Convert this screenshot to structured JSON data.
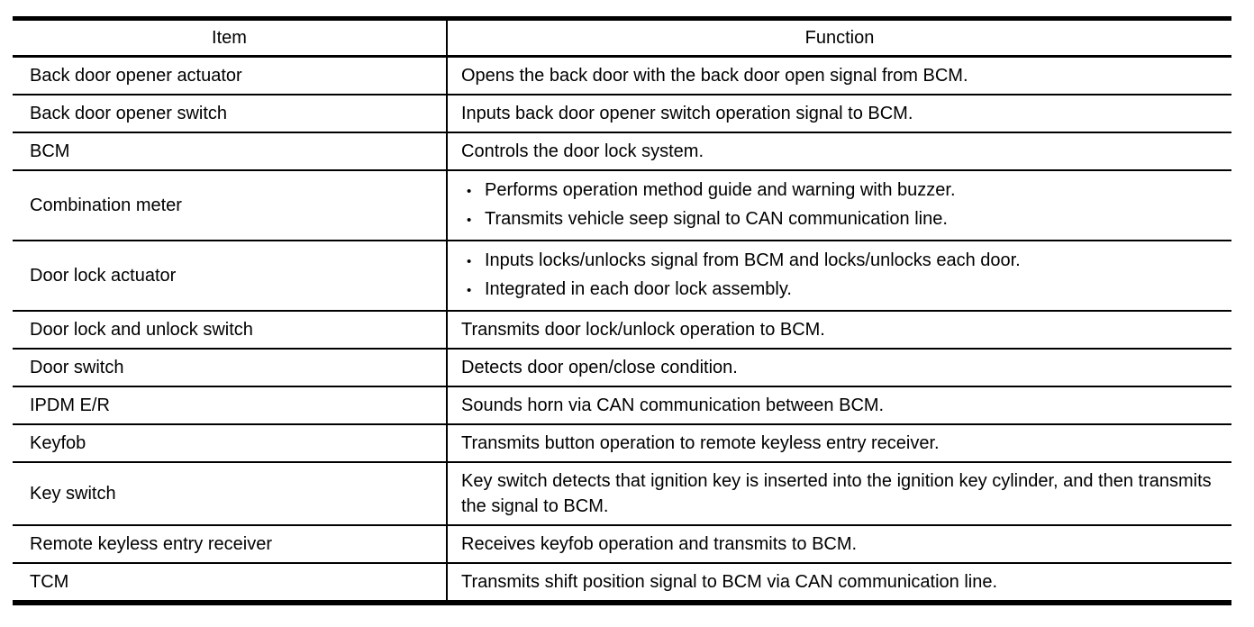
{
  "page": {
    "background": "#ffffff",
    "text_color": "#000000",
    "rule_color": "#000000"
  },
  "table": {
    "columns": [
      {
        "label": "Item"
      },
      {
        "label": "Function"
      }
    ],
    "bullet_char": "•",
    "rows": [
      {
        "item": "Back door opener actuator",
        "bulleted": false,
        "function": [
          "Opens the back door with the back door open signal from BCM."
        ]
      },
      {
        "item": "Back door opener switch",
        "bulleted": false,
        "function": [
          "Inputs back door opener switch operation signal to BCM."
        ]
      },
      {
        "item": "BCM",
        "bulleted": false,
        "function": [
          "Controls the door lock system."
        ]
      },
      {
        "item": "Combination meter",
        "bulleted": true,
        "function": [
          "Performs operation method guide and warning with buzzer.",
          "Transmits vehicle seep signal to CAN communication line."
        ]
      },
      {
        "item": "Door lock actuator",
        "bulleted": true,
        "function": [
          "Inputs locks/unlocks signal from BCM and locks/unlocks each door.",
          "Integrated in each door lock assembly."
        ]
      },
      {
        "item": "Door lock and unlock switch",
        "bulleted": false,
        "function": [
          "Transmits door lock/unlock operation to BCM."
        ]
      },
      {
        "item": "Door switch",
        "bulleted": false,
        "function": [
          "Detects door open/close condition."
        ]
      },
      {
        "item": "IPDM E/R",
        "bulleted": false,
        "function": [
          "Sounds horn via CAN communication between BCM."
        ]
      },
      {
        "item": "Keyfob",
        "bulleted": false,
        "function": [
          "Transmits button operation to remote keyless entry receiver."
        ]
      },
      {
        "item": "Key switch",
        "bulleted": false,
        "function": [
          "Key switch detects that ignition key is inserted into the ignition key cylinder, and then transmits the signal to BCM."
        ]
      },
      {
        "item": "Remote keyless entry receiver",
        "bulleted": false,
        "function": [
          "Receives keyfob operation and transmits to BCM."
        ]
      },
      {
        "item": "TCM",
        "bulleted": false,
        "function": [
          "Transmits shift position signal to BCM via CAN communication line."
        ]
      }
    ]
  }
}
